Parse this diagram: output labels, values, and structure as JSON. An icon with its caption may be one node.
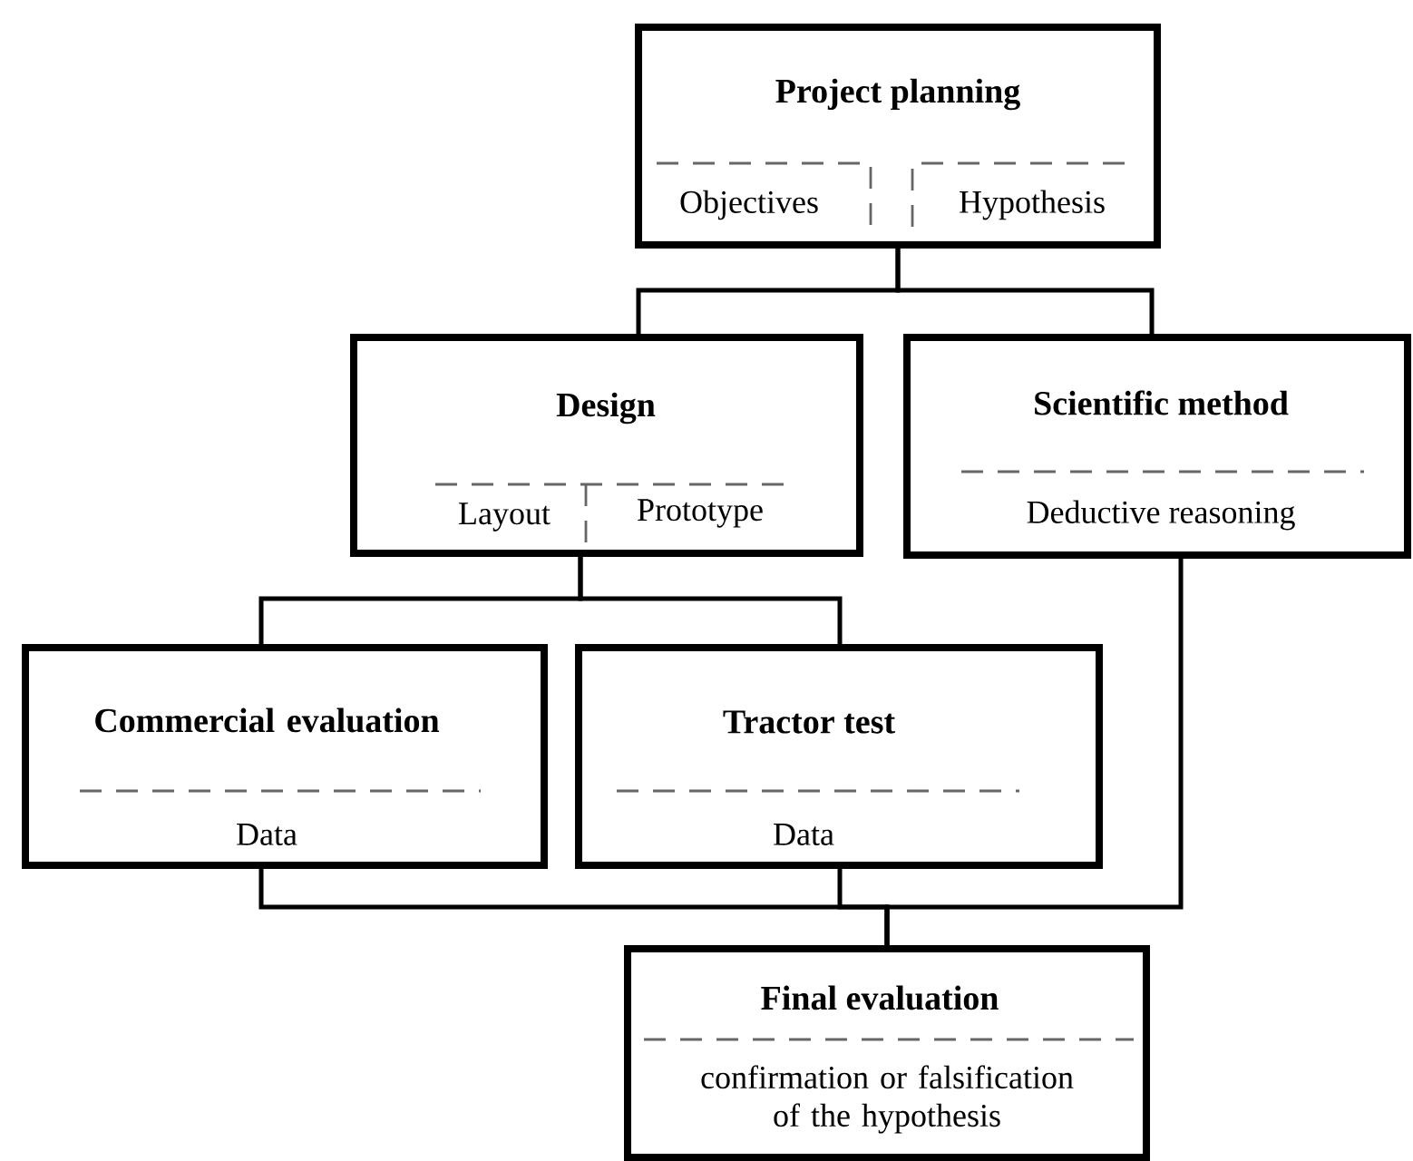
{
  "diagram": {
    "nodes": [
      {
        "text": [
          "Project planning",
          "Objectives",
          "Hypothesis"
        ]
      },
      {
        "text": [
          "Design",
          "Layout",
          "Prototype"
        ]
      },
      {
        "text": [
          "Scientific method",
          "Deductive reasoning"
        ]
      },
      {
        "text": [
          "Commercial evaluation",
          "Data"
        ]
      },
      {
        "text": [
          "Tractor test",
          "Data"
        ]
      },
      {
        "text": [
          "Final evaluation",
          "confirmation or falsification of the hypothesis"
        ]
      }
    ],
    "edges": [
      {
        "from": 0,
        "to": 1,
        "arrow": "none"
      },
      {
        "from": 0,
        "to": 2,
        "arrow": "none"
      },
      {
        "from": 1,
        "to": 3,
        "arrow": "none"
      },
      {
        "from": 1,
        "to": 4,
        "arrow": "none"
      },
      {
        "from": 3,
        "to": 5,
        "arrow": "none"
      },
      {
        "from": 4,
        "to": 5,
        "arrow": "none"
      },
      {
        "from": 2,
        "to": 5,
        "arrow": "none"
      }
    ]
  }
}
